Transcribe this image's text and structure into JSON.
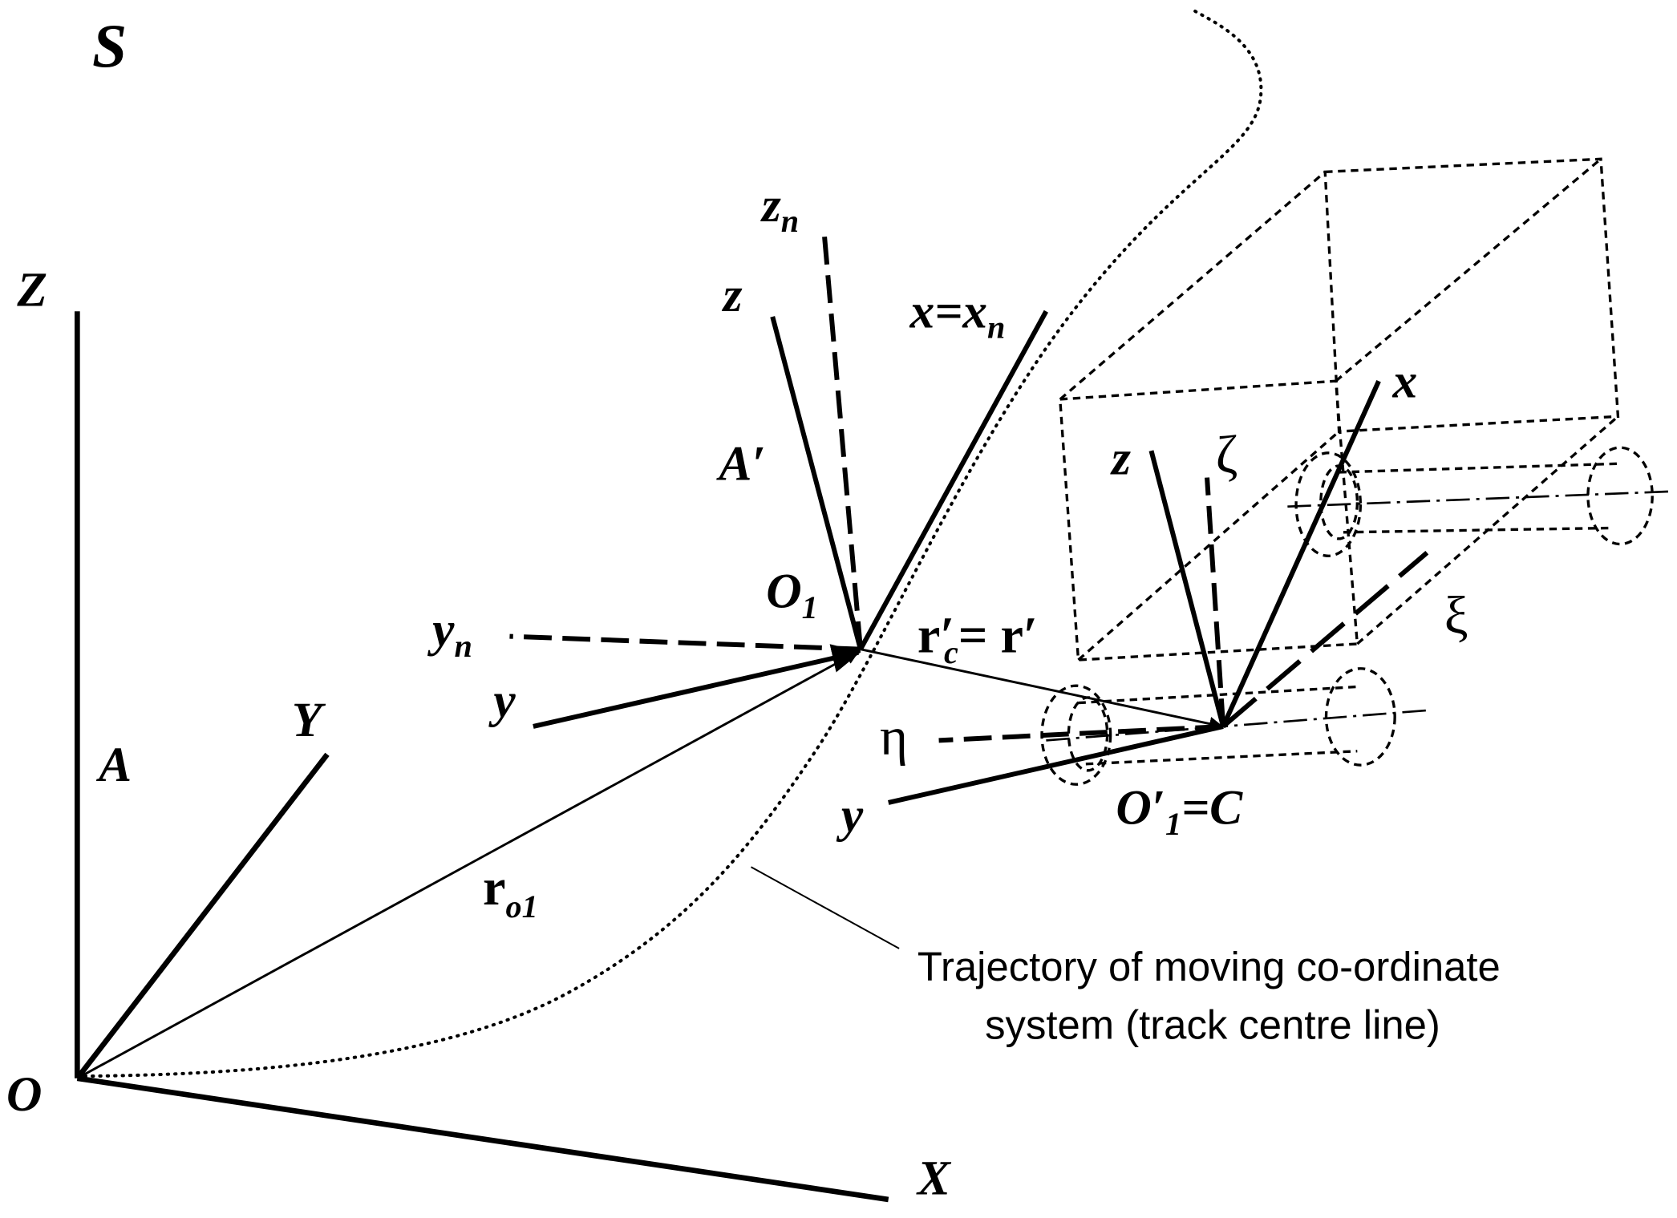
{
  "figure_label": "S",
  "global_frame": {
    "name": "A",
    "origin": "O",
    "axis_x": "X",
    "axis_y": "Y",
    "axis_z": "Z"
  },
  "vector_ro1": {
    "base": "r",
    "sub": "o1"
  },
  "frame_o1": {
    "origin": {
      "base": "O",
      "sub": "1"
    },
    "name": "A′",
    "zn": {
      "base": "z",
      "sub": "n"
    },
    "z": "z",
    "x_eq_xn": {
      "base": "x=x",
      "sub": "n"
    },
    "yn": {
      "base": "y",
      "sub": "n"
    },
    "y": "y"
  },
  "vector_rc": {
    "r": "r",
    "prime": "′",
    "sub": "c",
    "rest": "= r′"
  },
  "frame_c": {
    "origin": {
      "base": "O′",
      "sub": "1",
      "rest": "=C"
    },
    "z": "z",
    "zeta": "ζ",
    "x": "x",
    "xi": "ξ",
    "eta": "η",
    "y": "y"
  },
  "trajectory_note": {
    "line1": "Trajectory of moving co-ordinate",
    "line2": "system (track centre line)"
  }
}
